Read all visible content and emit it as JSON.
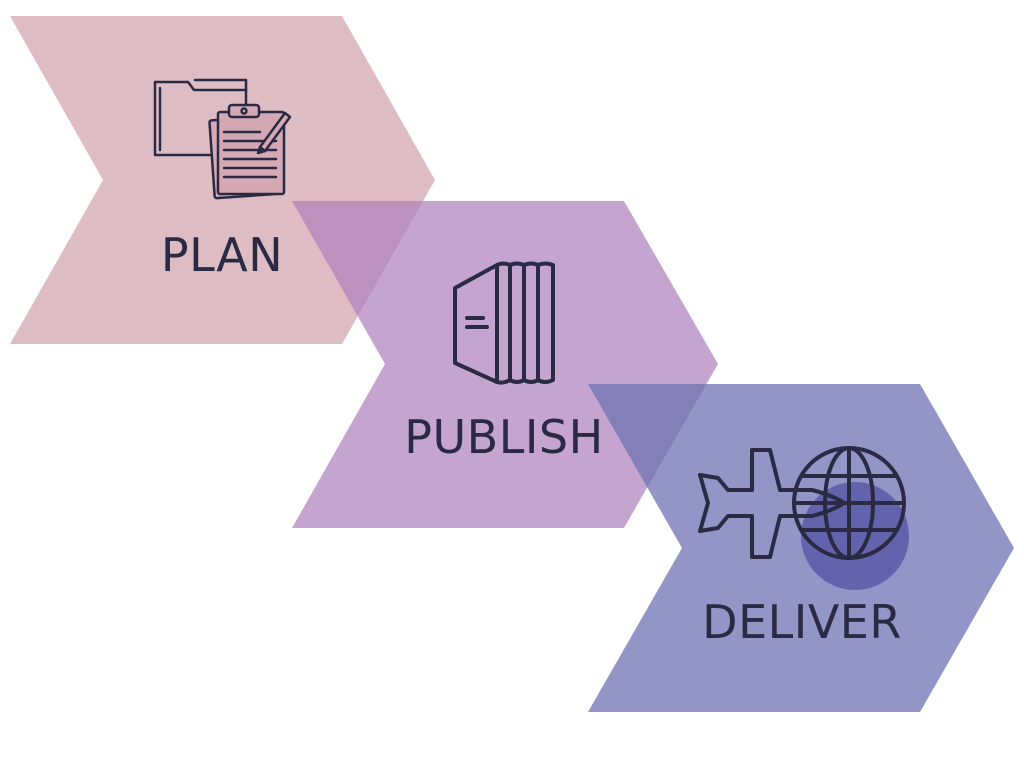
{
  "diagram": {
    "steps": [
      {
        "id": "plan",
        "label": "PLAN",
        "icon": "folder-clipboard-icon",
        "color": "#d4a9b4"
      },
      {
        "id": "publish",
        "label": "PUBLISH",
        "icon": "books-icon",
        "color": "#ac7fbb"
      },
      {
        "id": "deliver",
        "label": "DELIVER",
        "icon": "plane-globe-icon",
        "color": "#6e72b2"
      }
    ],
    "text_color": "#2b2a45"
  }
}
